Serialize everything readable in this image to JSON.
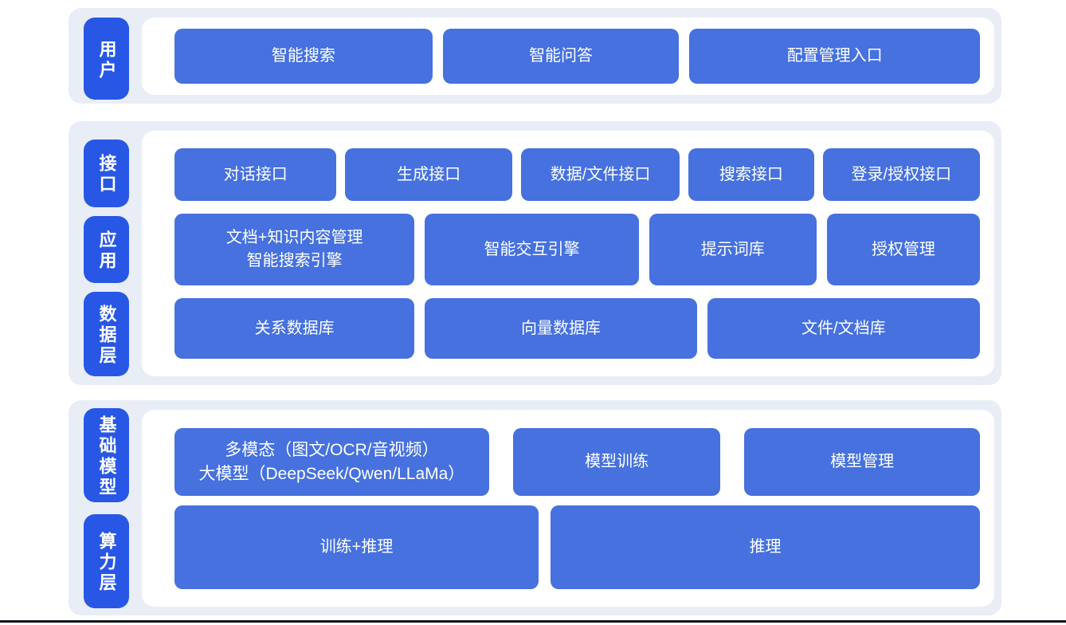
{
  "diagram": {
    "type": "layered-architecture",
    "colors": {
      "badge_blue": "#2857e6",
      "block_blue": "#4671de",
      "section_bg": "#e9eef6",
      "panel_bg": "#ffffff",
      "text": "#ffffff",
      "bottom_rule": "#14171c"
    }
  },
  "sections": [
    {
      "badges": [
        {
          "label": "用户"
        }
      ],
      "rows": [
        {
          "blocks": [
            {
              "label": "智能搜索"
            },
            {
              "label": "智能问答"
            },
            {
              "label": "配置管理入口"
            }
          ]
        }
      ]
    },
    {
      "badges": [
        {
          "label": "接口"
        },
        {
          "label": "应用"
        },
        {
          "label": "数据层"
        }
      ],
      "rows": [
        {
          "blocks": [
            {
              "label": "对话接口"
            },
            {
              "label": "生成接口"
            },
            {
              "label": "数据/文件接口"
            },
            {
              "label": "搜索接口"
            },
            {
              "label": "登录/授权接口"
            }
          ]
        },
        {
          "blocks": [
            {
              "lines": [
                "文档+知识内容管理",
                "智能搜索引擎"
              ]
            },
            {
              "label": "智能交互引擎"
            },
            {
              "label": "提示词库"
            },
            {
              "label": "授权管理"
            }
          ]
        },
        {
          "blocks": [
            {
              "label": "关系数据库"
            },
            {
              "label": "向量数据库"
            },
            {
              "label": "文件/文档库"
            }
          ]
        }
      ]
    },
    {
      "badges": [
        {
          "label": "基础模型"
        },
        {
          "label": "算力层"
        }
      ],
      "rows": [
        {
          "blocks": [
            {
              "lines": [
                "多模态（图文/OCR/音视频）",
                "大模型（DeepSeek/Qwen/LLaMa）"
              ]
            },
            {
              "label": "模型训练"
            },
            {
              "label": "模型管理"
            }
          ]
        },
        {
          "blocks": [
            {
              "label": "训练+推理"
            },
            {
              "label": "推理"
            }
          ]
        }
      ]
    }
  ]
}
